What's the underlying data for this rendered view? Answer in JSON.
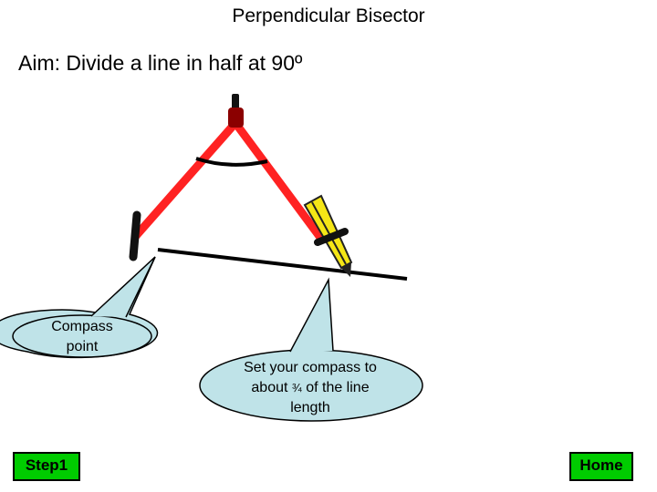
{
  "title": "Perpendicular Bisector",
  "aim": "Aim: Divide a line in half at 90º",
  "callouts": {
    "compass_point": [
      "Compass",
      "point"
    ],
    "setup_line1": "Set your compass to",
    "setup_about": "about",
    "setup_fraction": "¾",
    "setup_rest": "of the line",
    "setup_line3": "length"
  },
  "buttons": {
    "step": "Step1",
    "home": "Home"
  },
  "colors": {
    "compass_arm": "#ff2222",
    "compass_hinge": "#8b0000",
    "pencil": "#f5e616",
    "callout_fill": "#bfe3e8",
    "button": "#00cc00"
  },
  "icons": [
    "compass-icon",
    "pencil-icon"
  ]
}
